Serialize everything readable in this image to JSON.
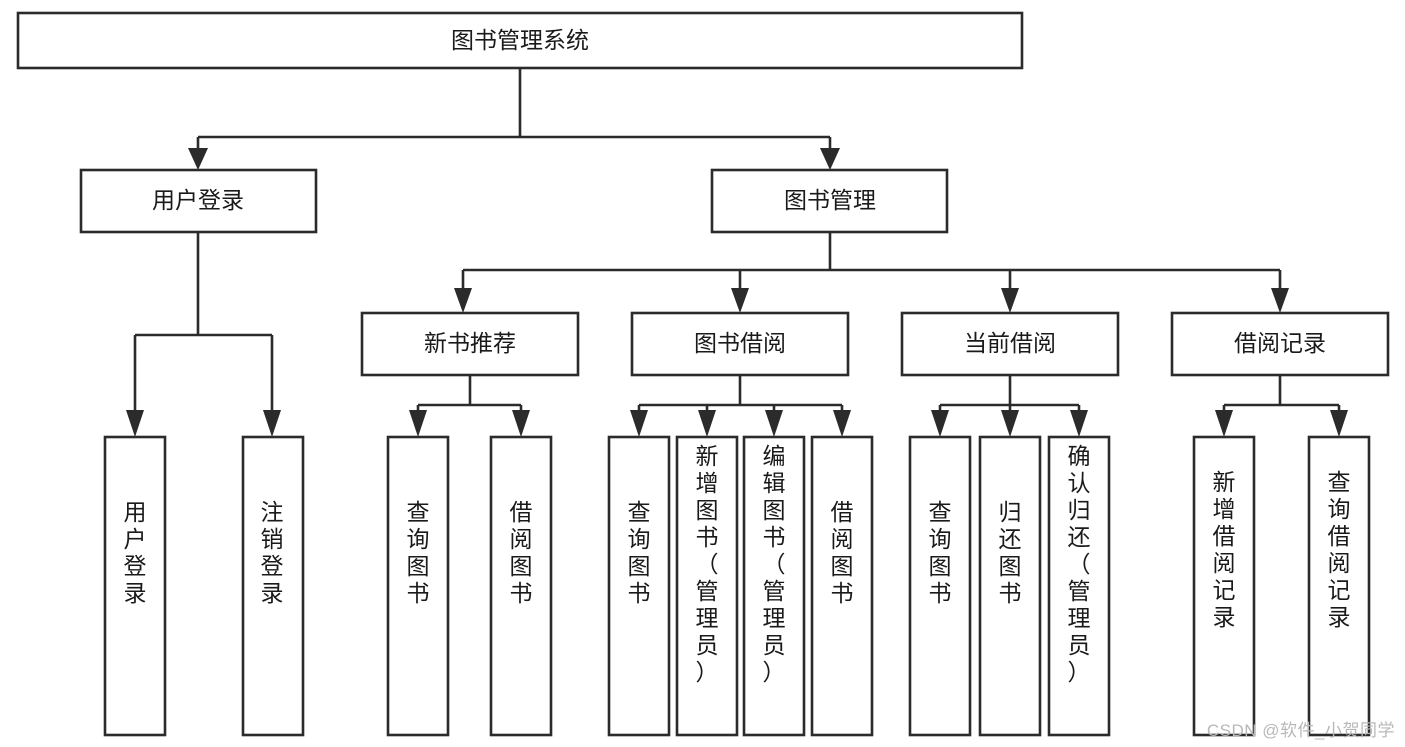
{
  "diagram": {
    "type": "tree",
    "title": "图书管理系统",
    "root": {
      "id": "root",
      "label": "图书管理系统"
    },
    "level2": [
      {
        "id": "user-login",
        "label": "用户登录"
      },
      {
        "id": "book-manage",
        "label": "图书管理"
      }
    ],
    "level3": [
      {
        "id": "new-book-rec",
        "label": "新书推荐",
        "parent": "book-manage"
      },
      {
        "id": "book-borrow",
        "label": "图书借阅",
        "parent": "book-manage"
      },
      {
        "id": "current-borrow",
        "label": "当前借阅",
        "parent": "book-manage"
      },
      {
        "id": "borrow-record",
        "label": "借阅记录",
        "parent": "book-manage"
      }
    ],
    "leaves": [
      {
        "id": "leaf-user-login",
        "label": "用户登录",
        "parent": "user-login"
      },
      {
        "id": "leaf-logout",
        "label": "注销登录",
        "parent": "user-login"
      },
      {
        "id": "leaf-query-book-1",
        "label": "查询图书",
        "parent": "new-book-rec"
      },
      {
        "id": "leaf-borrow-book-1",
        "label": "借阅图书",
        "parent": "new-book-rec"
      },
      {
        "id": "leaf-query-book-2",
        "label": "查询图书",
        "parent": "book-borrow"
      },
      {
        "id": "leaf-add-book",
        "label": "新增图书（管理员）",
        "parent": "book-borrow"
      },
      {
        "id": "leaf-edit-book",
        "label": "编辑图书（管理员）",
        "parent": "book-borrow"
      },
      {
        "id": "leaf-borrow-book-2",
        "label": "借阅图书",
        "parent": "book-borrow"
      },
      {
        "id": "leaf-query-book-3",
        "label": "查询图书",
        "parent": "current-borrow"
      },
      {
        "id": "leaf-return-book",
        "label": "归还图书",
        "parent": "current-borrow"
      },
      {
        "id": "leaf-confirm-return",
        "label": "确认归还（管理员）",
        "parent": "current-borrow"
      },
      {
        "id": "leaf-add-record",
        "label": "新增借阅记录",
        "parent": "borrow-record"
      },
      {
        "id": "leaf-query-record",
        "label": "查询借阅记录",
        "parent": "borrow-record"
      }
    ],
    "colors": {
      "box_stroke": "#2b2b2b",
      "box_fill": "#ffffff",
      "text": "#1a1a1a",
      "background": "#ffffff",
      "watermark": "#b8b8b8"
    }
  },
  "watermark": {
    "text": "CSDN @软件_小贺同学"
  }
}
